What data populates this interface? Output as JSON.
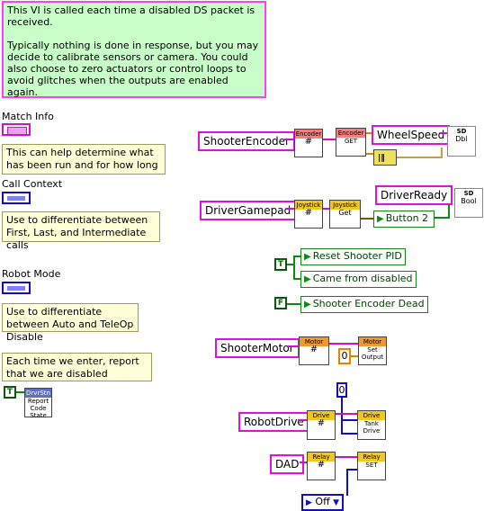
{
  "comments": {
    "main": "This VI is called each time a disabled DS packet is received.\n\nTypically nothing is done in response, but you may decide to calibrate sensors or camera. You could also choose to zero actuators or control loops to avoid glitches when the outputs are enabled again.",
    "match_note": "This can help determine what has been run and for how long",
    "context_note": "Use to differentiate between First, Last, and Intermediate calls",
    "mode_note": "Use to differentiate between Auto and TeleOp Disable",
    "report_note": "Each time we enter, report that we are disabled"
  },
  "labels": {
    "match_info": "Match Info",
    "call_context": "Call Context",
    "robot_mode": "Robot Mode"
  },
  "refs": {
    "shooter_encoder": "ShooterEncoder",
    "wheel_speed": "WheelSpeed",
    "driver_gamepad": "DriverGamepad",
    "driver_ready": "DriverReady",
    "shooter_motor": "ShooterMotor",
    "robot_drive": "RobotDrive",
    "dad": "DAD"
  },
  "subvis": {
    "encoder_a": {
      "header": "Encoder",
      "body": "#"
    },
    "encoder_get": {
      "header": "Encoder",
      "body": "GET"
    },
    "joystick_a": {
      "header": "Joystick",
      "body": "#"
    },
    "joystick_get": {
      "header": "Joystick",
      "body": "Get"
    },
    "motor_a": {
      "header": "Motor",
      "body": "#"
    },
    "motor_set": {
      "header": "Motor",
      "body": "Set Output"
    },
    "drive_a": {
      "header": "Drive",
      "body": "#"
    },
    "drive_tank": {
      "header": "Drive",
      "body": "Tank Drive"
    },
    "relay_a": {
      "header": "Relay",
      "body": "#"
    },
    "relay_set": {
      "header": "Relay",
      "body": "SET"
    },
    "drvrstn": {
      "header": "DrvrStn",
      "body": "Report Code State"
    },
    "sd_dbl": {
      "header": "SD",
      "body": "Dbl"
    },
    "sd_bool": {
      "header": "SD",
      "body": "Bool"
    }
  },
  "unbundle": {
    "button2": "Button 2"
  },
  "property_nodes": {
    "reset_pid": "Reset Shooter PID",
    "came_from_disabled": "Came from disabled",
    "encoder_dead": "Shooter Encoder Dead"
  },
  "constants": {
    "true_a": "T",
    "false_a": "F",
    "true_b": "T",
    "motor_zero": "0",
    "drive_zero": "0",
    "relay_off": "Off"
  }
}
